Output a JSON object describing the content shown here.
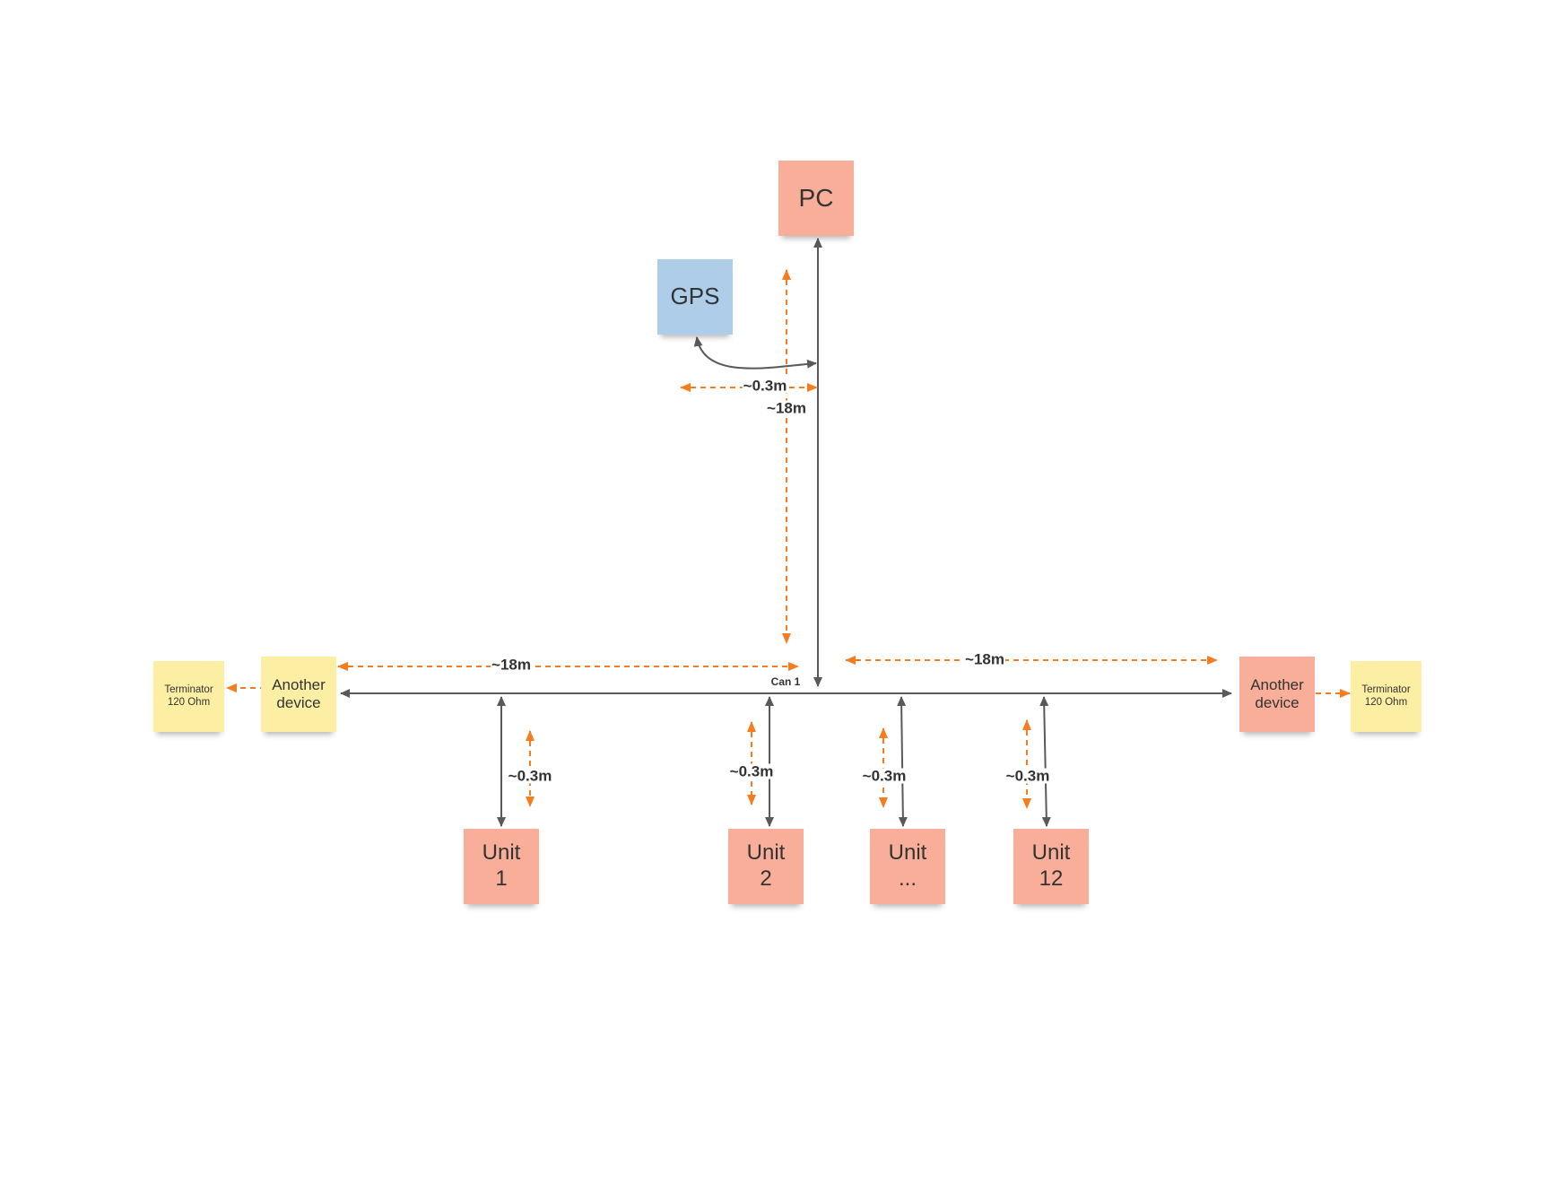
{
  "diagram": {
    "nodes": {
      "pc": {
        "label": "PC",
        "color": "#F8AE98"
      },
      "gps": {
        "label": "GPS",
        "color": "#AECDE9"
      },
      "another_device_left": {
        "line1": "Another",
        "line2": "device",
        "color": "#FCEFA4"
      },
      "another_device_right": {
        "line1": "Another",
        "line2": "device",
        "color": "#F8AE98"
      },
      "terminator_left": {
        "line1": "Terminator",
        "line2": "120 Ohm",
        "color": "#FCEFA4"
      },
      "terminator_right": {
        "line1": "Terminator",
        "line2": "120 Ohm",
        "color": "#FCEFA4"
      },
      "unit_1": {
        "line1": "Unit",
        "line2": "1",
        "color": "#F8AE98"
      },
      "unit_2": {
        "line1": "Unit",
        "line2": "2",
        "color": "#F8AE98"
      },
      "unit_dots": {
        "line1": "Unit",
        "line2": "...",
        "color": "#F8AE98"
      },
      "unit_12": {
        "line1": "Unit",
        "line2": "12",
        "color": "#F8AE98"
      }
    },
    "labels": {
      "gps_distance": "~0.3m",
      "pc_distance": "~18m",
      "bus_left_distance": "~18m",
      "bus_right_distance": "~18m",
      "bus_name": "Can 1",
      "unit_1_distance": "~0.3m",
      "unit_2_distance": "~0.3m",
      "unit_dots_distance": "~0.3m",
      "unit_12_distance": "~0.3m"
    },
    "colors": {
      "connection": "#595959",
      "measurement": "#F57C1F"
    }
  }
}
